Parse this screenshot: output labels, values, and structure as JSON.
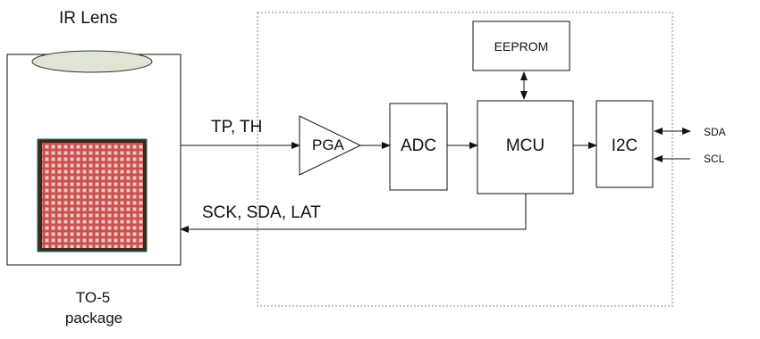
{
  "package": {
    "lens_label": "IR Lens",
    "package_label_line1": "TO-5",
    "package_label_line2": "package"
  },
  "signals": {
    "input_label": "TP, TH",
    "return_label": "SCK, SDA, LAT",
    "sda_label": "SDA",
    "scl_label": "SCL"
  },
  "blocks": {
    "pga": "PGA",
    "adc": "ADC",
    "mcu": "MCU",
    "eeprom": "EEPROM",
    "i2c": "I2C"
  },
  "colors": {
    "line": "#111111",
    "dashed_border": "#8a8a8a",
    "lens_fill": "#dfe5d5",
    "sensor_frame": "#3a2a18",
    "sensor_grid": "#c8504e",
    "sensor_cell": "#f2c7c5"
  }
}
